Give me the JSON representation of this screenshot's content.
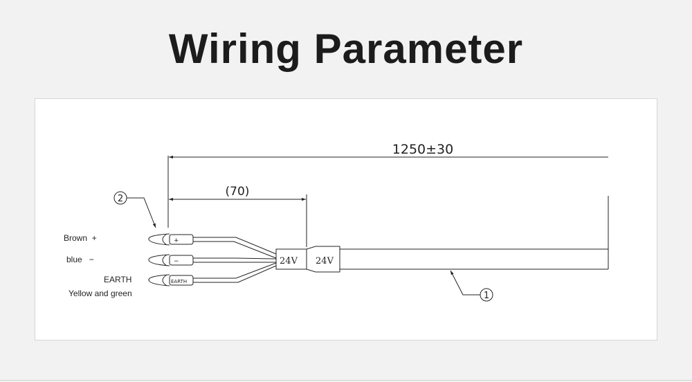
{
  "page": {
    "title": "Wiring Parameter"
  },
  "diagram": {
    "dimensions": {
      "total_length": "1250±30",
      "strip_length": "(70)"
    },
    "callouts": {
      "cable": "1",
      "terminal": "2"
    },
    "sleeve_labels": {
      "left": "24V",
      "right": "24V"
    },
    "wires": [
      {
        "color": "Brown",
        "polarity": "+",
        "terminal_mark": "+"
      },
      {
        "color": "blue",
        "polarity": "−",
        "terminal_mark": "−"
      },
      {
        "color": "EARTH",
        "color_desc": "Yellow and green",
        "terminal_mark": "EARTH"
      }
    ]
  }
}
